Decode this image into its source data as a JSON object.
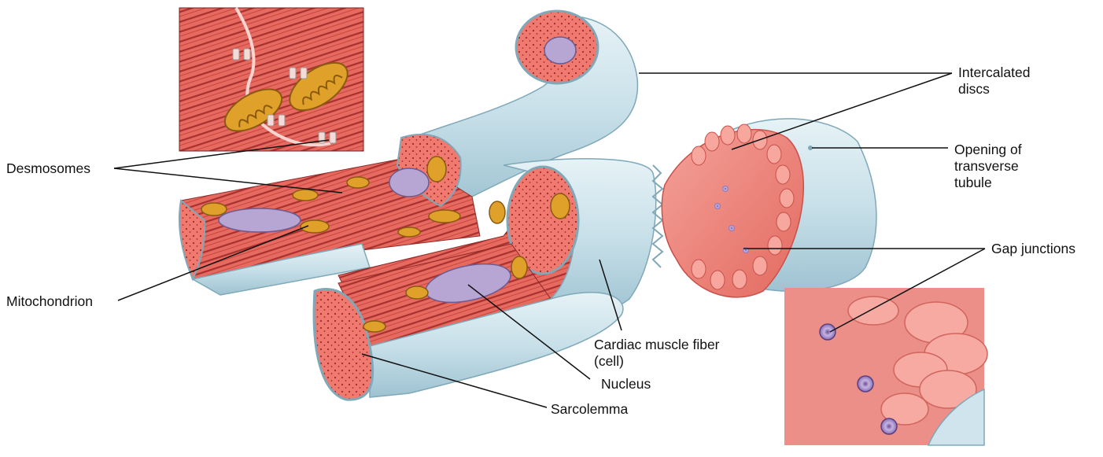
{
  "labels": {
    "intercalated_discs": [
      "Intercalated",
      "discs"
    ],
    "opening_t_tubule": [
      "Opening of",
      "transverse",
      "tubule"
    ],
    "desmosomes": "Desmosomes",
    "gap_junctions": "Gap junctions",
    "mitochondrion": "Mitochondrion",
    "cardiac_fiber": [
      "Cardiac muscle fiber",
      "(cell)"
    ],
    "nucleus": "Nucleus",
    "sarcolemma": "Sarcolemma"
  },
  "colors": {
    "sarcolemma_blue": "#cfe4ec",
    "muscle_red": "#e8665e",
    "muscle_dark": "#b63a36",
    "mitochondrion_orange": "#e0a12a",
    "nucleus_purple": "#b7a6d3",
    "leader_line": "#111111"
  }
}
